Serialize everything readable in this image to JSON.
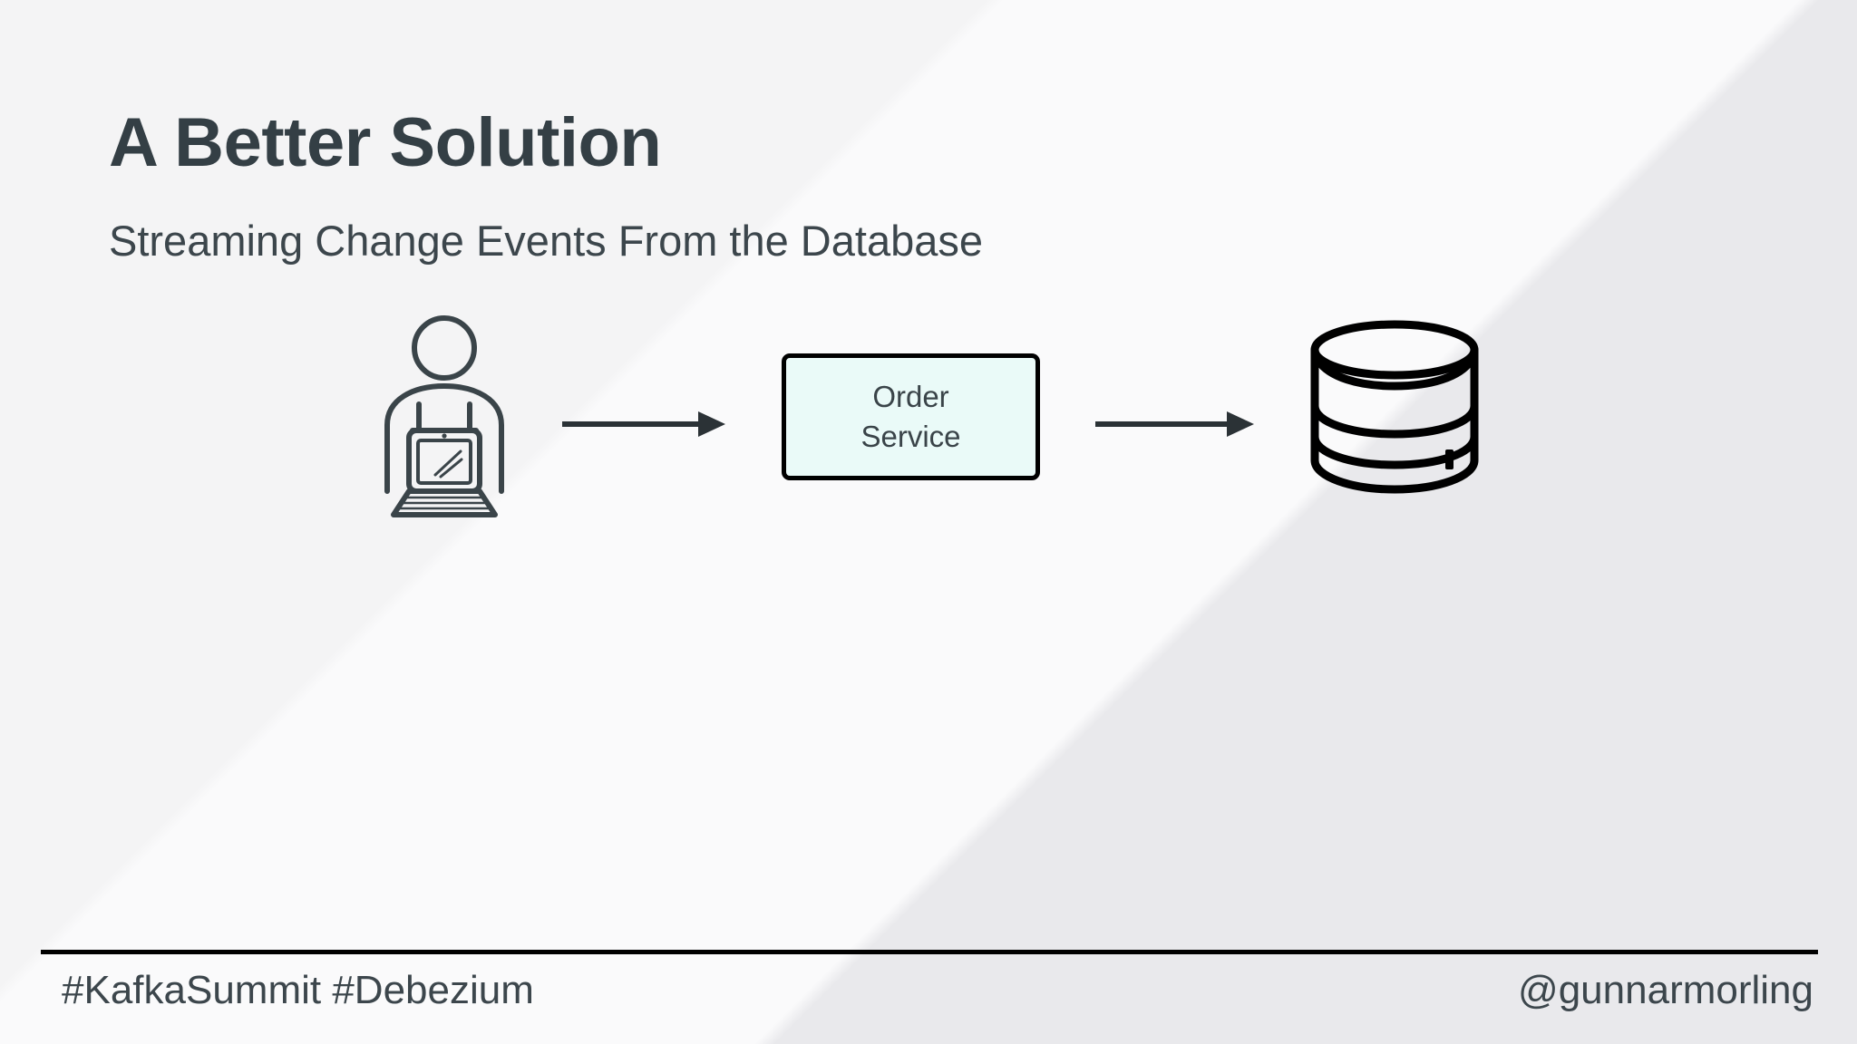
{
  "slide": {
    "title": "A Better Solution",
    "subtitle": "Streaming Change Events From the Database",
    "background_color": "#f7f7f8",
    "title_color": "#343f45",
    "text_color": "#3c464c"
  },
  "diagram": {
    "type": "flow",
    "nodes": [
      {
        "id": "user",
        "icon": "person-at-laptop-icon",
        "label": "",
        "shape": "line-icon",
        "stroke_color": "#3a4449"
      },
      {
        "id": "order-service",
        "icon": "",
        "label_line_1": "Order",
        "label_line_2": "Service",
        "shape": "rounded-rect",
        "fill_color": "#eafaf8",
        "stroke_color": "#000000"
      },
      {
        "id": "database",
        "icon": "database-cylinder-icon",
        "label": "",
        "shape": "cylinder",
        "stroke_color": "#000000"
      }
    ],
    "edges": [
      {
        "id": "edge-user-to-service",
        "from": "user",
        "to": "order-service",
        "style": "solid-arrow",
        "color": "#2b3236"
      },
      {
        "id": "edge-service-to-database",
        "from": "order-service",
        "to": "database",
        "style": "solid-arrow",
        "color": "#2b3236"
      }
    ]
  },
  "footer": {
    "hashtags": "#KafkaSummit #Debezium",
    "handle": "@gunnarmorling",
    "rule_color": "#000000"
  }
}
